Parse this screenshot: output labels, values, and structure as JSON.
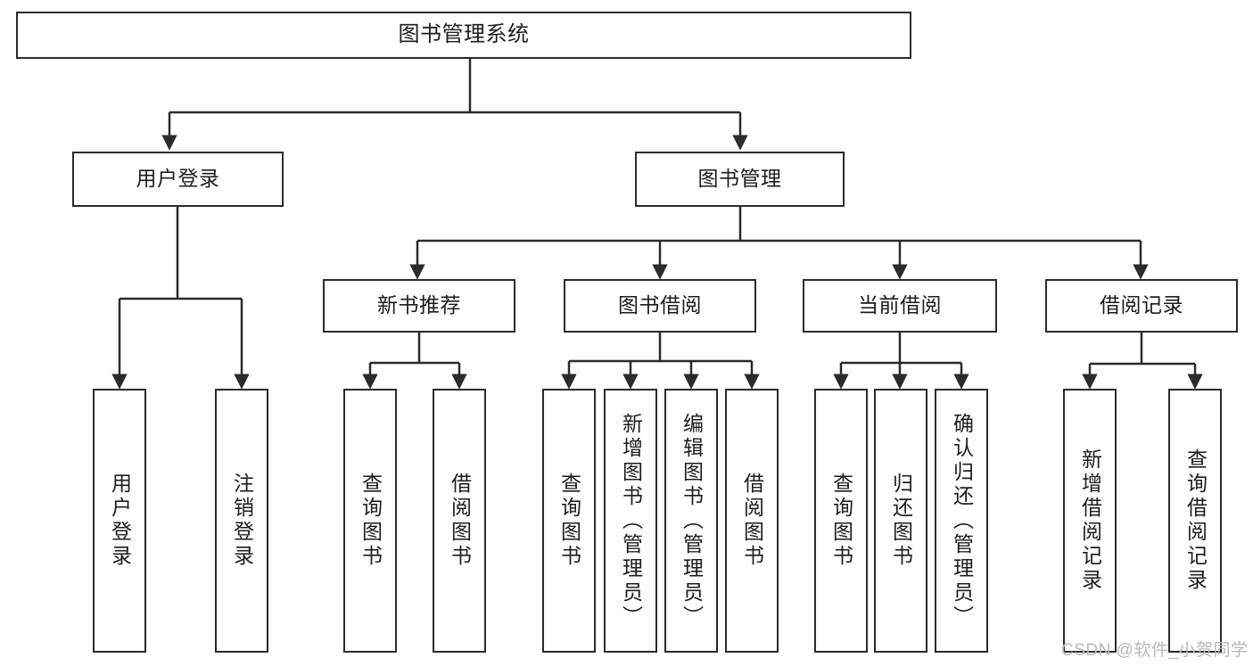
{
  "diagram": {
    "title": "图书管理系统",
    "watermark": "CSDN @软件_小贺同学",
    "accent_color": "#2b2b2b",
    "background_color": "#ffffff",
    "watermark_color": "#b9b9b9",
    "root": {
      "label": "图书管理系统"
    },
    "level2": [
      {
        "label": "用户登录"
      },
      {
        "label": "图书管理"
      }
    ],
    "level3": [
      {
        "label": "新书推荐"
      },
      {
        "label": "图书借阅"
      },
      {
        "label": "当前借阅"
      },
      {
        "label": "借阅记录"
      }
    ],
    "leaves": {
      "user_login": [
        {
          "label": "用户登录"
        },
        {
          "label": "注销登录"
        }
      ],
      "new_book": [
        {
          "label": "查询图书"
        },
        {
          "label": "借阅图书"
        }
      ],
      "book_borrow": [
        {
          "label": "查询图书"
        },
        {
          "label": "新增图书（管理员）"
        },
        {
          "label": "编辑图书（管理员）"
        },
        {
          "label": "借阅图书"
        }
      ],
      "current_borrow": [
        {
          "label": "查询图书"
        },
        {
          "label": "归还图书"
        },
        {
          "label": "确认归还（管理员）"
        }
      ],
      "borrow_record": [
        {
          "label": "新增借阅记录"
        },
        {
          "label": "查询借阅记录"
        }
      ]
    }
  }
}
